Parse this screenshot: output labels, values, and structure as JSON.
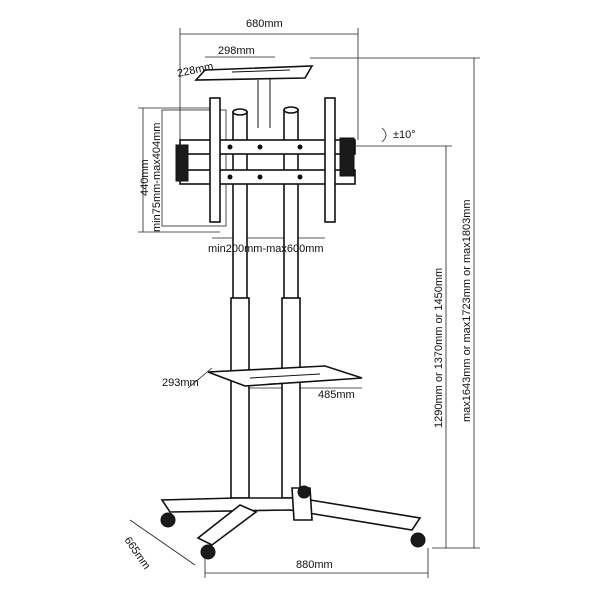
{
  "dimensions": {
    "overall_width": "680mm",
    "top_shelf_width": "298mm",
    "top_shelf_depth": "228mm",
    "vesa_height": "min75mm-max404mm",
    "bracket_height": "440mm",
    "vesa_width": "min200mm-max600mm",
    "tilt": "±10°",
    "middle_shelf_depth": "293mm",
    "middle_shelf_width": "485mm",
    "mount_heights": "1290mm or 1370mm or 1450mm",
    "max_heights": "max1643mm or max1723mm or max1803mm",
    "base_width": "880mm",
    "base_depth": "665mm"
  }
}
